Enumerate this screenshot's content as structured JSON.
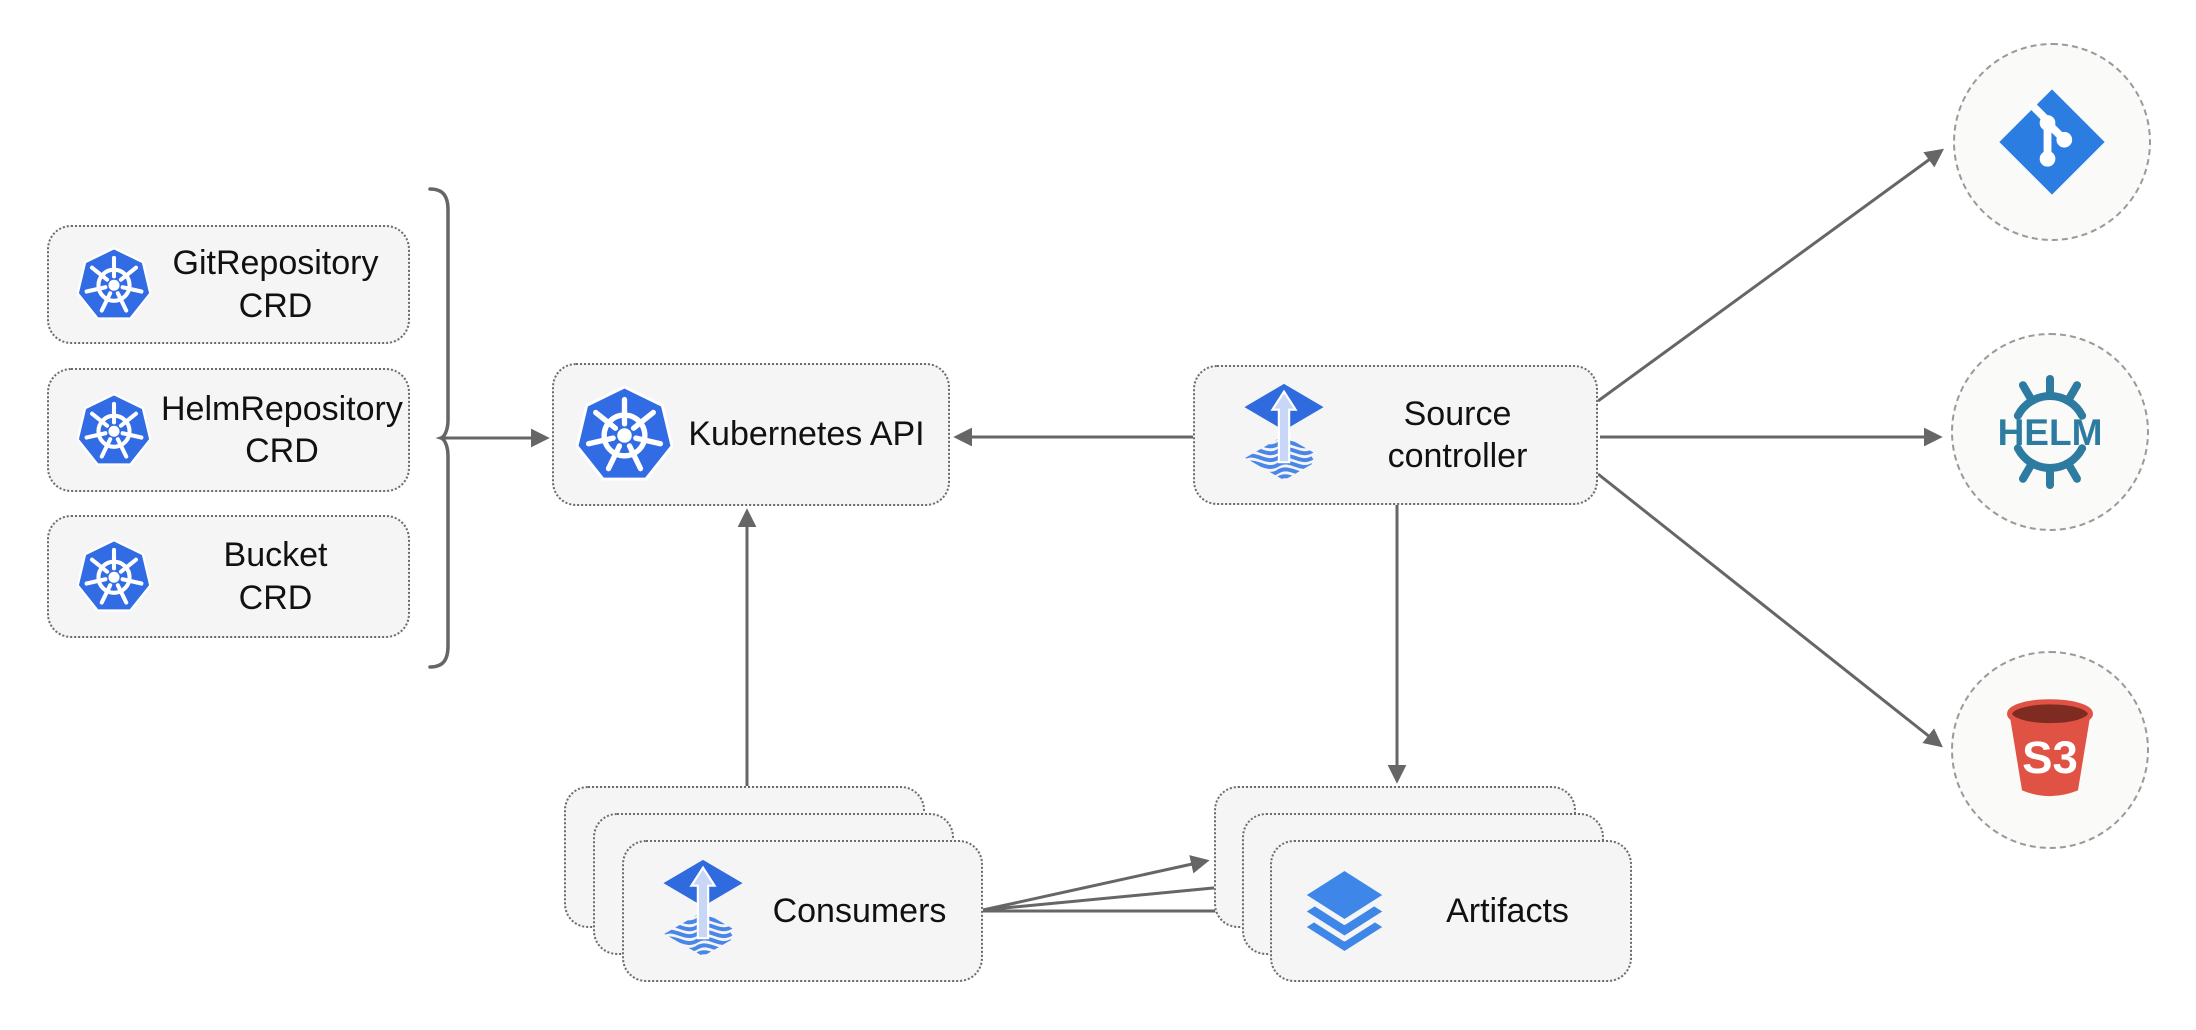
{
  "diagram_type": "flux-source-controller-architecture",
  "nodes": {
    "gitrepository_crd": {
      "label": "GitRepository\nCRD",
      "icon": "kubernetes-icon"
    },
    "helmrepository_crd": {
      "label": "HelmRepository\nCRD",
      "icon": "kubernetes-icon"
    },
    "bucket_crd": {
      "label": "Bucket\nCRD",
      "icon": "kubernetes-icon"
    },
    "kubernetes_api": {
      "label": "Kubernetes API",
      "icon": "kubernetes-icon"
    },
    "source_controller": {
      "label": "Source\ncontroller",
      "icon": "flux-icon"
    },
    "consumers": {
      "label": "Consumers",
      "icon": "flux-icon",
      "stack_count": 3
    },
    "artifacts": {
      "label": "Artifacts",
      "icon": "layers-icon",
      "stack_count": 3
    },
    "git_source": {
      "label": "",
      "icon": "git-logo"
    },
    "helm_source": {
      "label": "HELM",
      "icon": "helm-logo"
    },
    "s3_source": {
      "label": "S3",
      "icon": "s3-bucket-logo"
    }
  },
  "groups": {
    "crd_group": {
      "members": [
        "gitrepository_crd",
        "helmrepository_crd",
        "bucket_crd"
      ],
      "bracket": true
    }
  },
  "edges": [
    {
      "from": "crd_group",
      "to": "kubernetes_api"
    },
    {
      "from": "source_controller",
      "to": "kubernetes_api"
    },
    {
      "from": "consumers",
      "to": "kubernetes_api"
    },
    {
      "from": "source_controller",
      "to": "artifacts"
    },
    {
      "from": "source_controller",
      "to": "git_source"
    },
    {
      "from": "source_controller",
      "to": "helm_source"
    },
    {
      "from": "source_controller",
      "to": "s3_source"
    },
    {
      "from": "consumers",
      "to": "artifacts",
      "note": "arrow to back sheet"
    },
    {
      "from": "consumers",
      "to": "artifacts",
      "note": "arrow to middle sheet"
    },
    {
      "from": "consumers",
      "to": "artifacts",
      "note": "arrow to front sheet"
    }
  ],
  "colors": {
    "kubernetes_blue": "#326CE5",
    "flux_blue": "#2F6BDE",
    "flux_arrow_light": "#C7D7F5",
    "flux_wave_blue": "#4A86E8",
    "git_blue": "#2B7DE1",
    "helm_teal": "#2D7BA0",
    "s3_red": "#DF5244",
    "s3_dark_red": "#7E2B22",
    "layers_blue": "#3E87E8",
    "arrow_gray": "#666666",
    "node_fill": "#F5F5F5",
    "node_border": "#6B6B6B",
    "circle_fill": "#FAFAF8",
    "circle_border": "#9A9A9A"
  }
}
